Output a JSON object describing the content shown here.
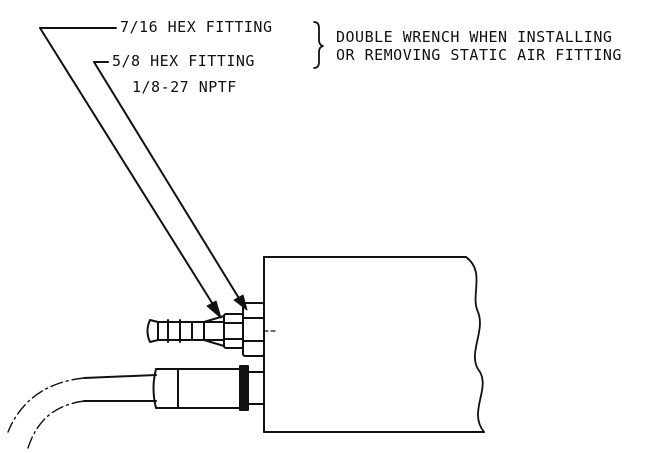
{
  "labels": {
    "fitting_7_16": "7/16  HEX FITTING",
    "fitting_5_8": "5/8   HEX FITTING",
    "thread": "1/8-27 NPTF",
    "note_line1": "DOUBLE WRENCH WHEN INSTALLING",
    "note_line2": "OR REMOVING STATIC AIR FITTING"
  },
  "colors": {
    "ink": "#111111",
    "background": "#ffffff"
  }
}
